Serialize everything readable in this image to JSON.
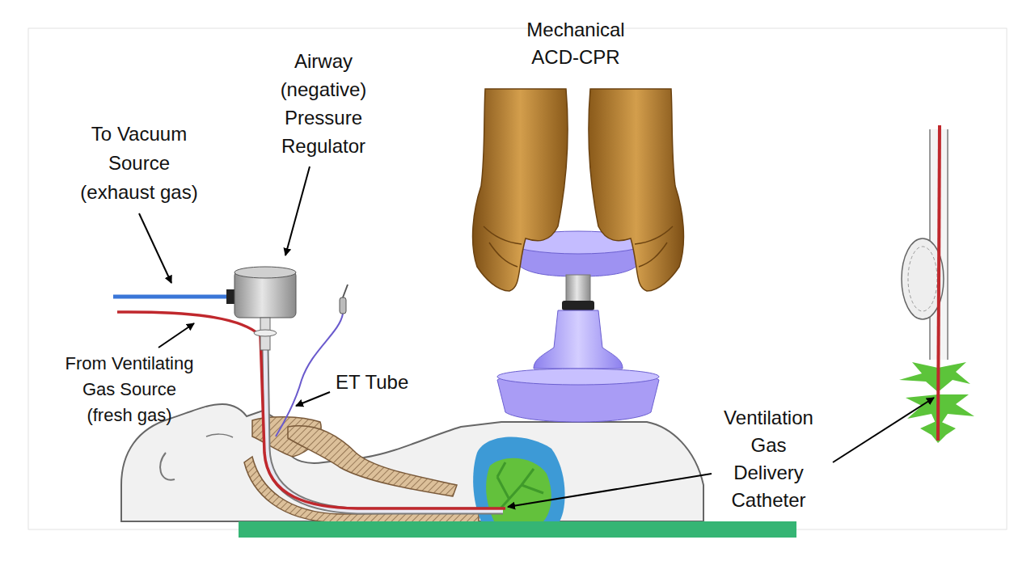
{
  "diagram": {
    "labels": [
      "Mechanical ACD-CPR",
      "Airway (negative) Pressure Regulator",
      "To Vacuum Source (exhaust gas)",
      "From Ventilating Gas Source (fresh gas)",
      "ET Tube",
      "Ventilation Gas Delivery Catheter"
    ]
  }
}
